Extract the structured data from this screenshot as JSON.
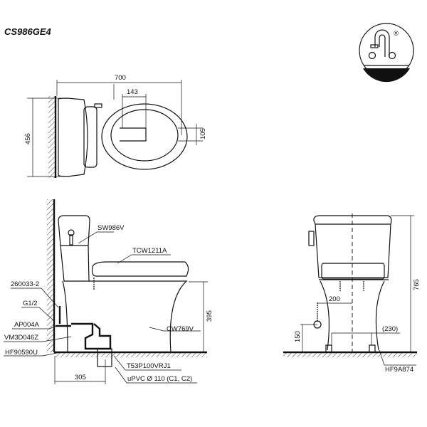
{
  "model": "CS986GE4",
  "logo": {
    "icon": "water-saving-faucet-logo",
    "mark": "®"
  },
  "top_view": {
    "dim_width": "700",
    "dim_outlet": "143",
    "dim_offset": "105",
    "dim_depth": "456"
  },
  "side_view": {
    "labels": [
      "SW986V",
      "TCW1211A",
      "260033-2",
      "G1/2",
      "AP004A",
      "VM3D046Z",
      "HF90590U",
      "CW769V",
      "T53P100VRJ1",
      "uPVC Ø 110 (C1, C2)"
    ],
    "dim_height": "395",
    "dim_rough_in": "305"
  },
  "front_view": {
    "dim_height": "765",
    "dim_supply": "200",
    "dim_supply_height": "150",
    "dim_bolts": "(230)",
    "label_bolt": "HF9A874"
  }
}
